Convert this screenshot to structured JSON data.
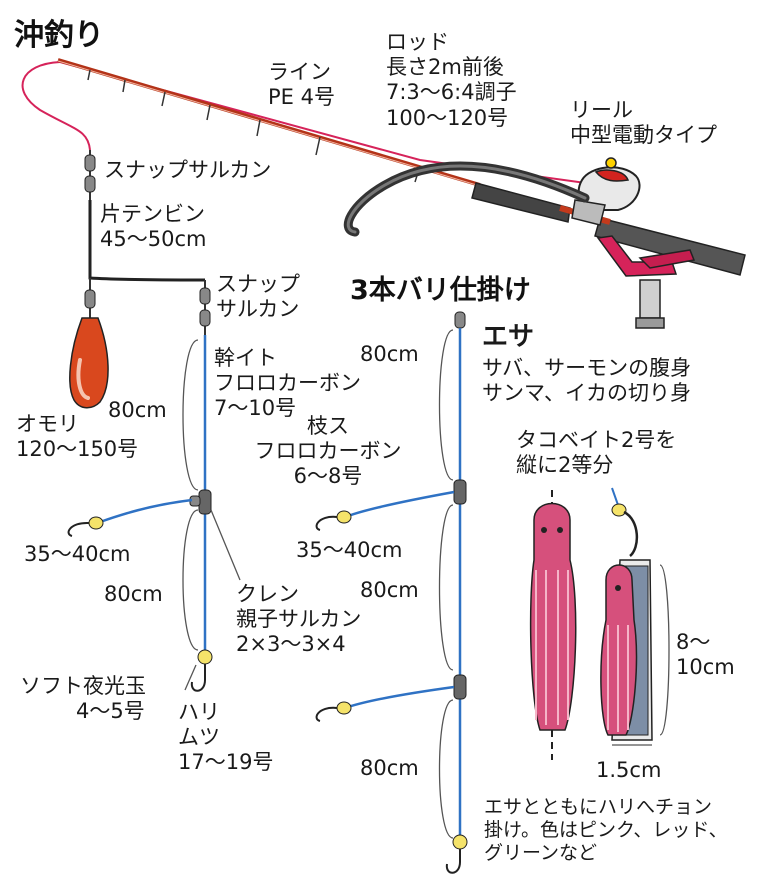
{
  "title": "沖釣り",
  "subtitle": "3本バリ仕掛け",
  "labels": {
    "line": [
      "ライン",
      "PE 4号"
    ],
    "rod": [
      "ロッド",
      "長さ2m前後",
      "7:3〜6:4調子",
      "100〜120号"
    ],
    "reel": [
      "リール",
      "中型電動タイプ"
    ],
    "snap_top": "スナップサルカン",
    "tenbin": [
      "片テンビン",
      "45〜50cm"
    ],
    "snap2": [
      "スナップ",
      "サルカン"
    ],
    "omori": [
      "オモリ",
      "120〜150号"
    ],
    "left_80_a": "80cm",
    "mikito": [
      "幹イト",
      "フロロカーボン",
      "7〜10号"
    ],
    "left_35": "35〜40cm",
    "left_80_b": "80cm",
    "kuren": [
      "クレン",
      "親子サルカン",
      "2×3〜3×4"
    ],
    "softball": [
      "ソフト夜光玉",
      "4〜5号"
    ],
    "hari": [
      "ハリ",
      "ムツ",
      "17〜19号"
    ],
    "mid_80_a": "80cm",
    "edasu": [
      "枝ス",
      "フロロカーボン",
      "6〜8号"
    ],
    "mid_35": "35〜40cm",
    "mid_80_b": "80cm",
    "mid_80_c": "80cm",
    "esa_head": "エサ",
    "esa_body": [
      "サバ、サーモンの腹身",
      "サンマ、イカの切り身"
    ],
    "tako": [
      "タコベイト2号を",
      "縦に2等分"
    ],
    "len_8": [
      "8〜",
      "10cm"
    ],
    "len_15": "1.5cm",
    "note": [
      "エサとともにハリへチョン",
      "掛け。色はピンク、レッド、",
      "グリーンなど"
    ]
  },
  "colors": {
    "main_line": "#d6235a",
    "leader": "#2f72c4",
    "rod": "#c43a1c",
    "weight": "#d9481e",
    "lure": "#d6507c"
  }
}
